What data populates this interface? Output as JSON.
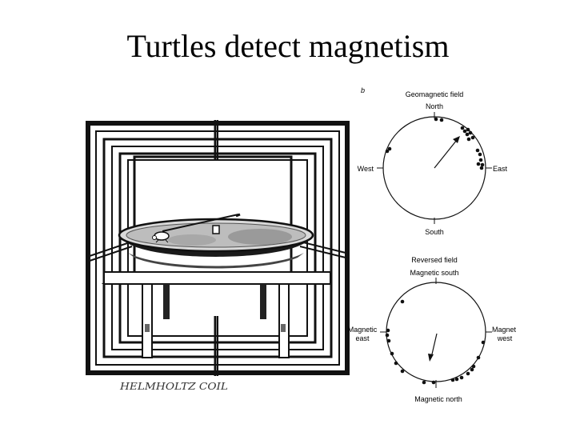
{
  "slide": {
    "title": "Turtles detect magnetism"
  },
  "panel_letter": "b",
  "coil_caption": "HELMHOLTZ COIL",
  "top_circle": {
    "heading": "Geomagnetic field",
    "north": "North",
    "south": "South",
    "west": "West",
    "east": "East"
  },
  "bottom_circle": {
    "heading1": "Reversed field",
    "heading2": "Magnetic south",
    "bottom": "Magnetic north",
    "left1": "Magnetic",
    "left2": "east",
    "right1": "Magnet",
    "right2": "west"
  }
}
